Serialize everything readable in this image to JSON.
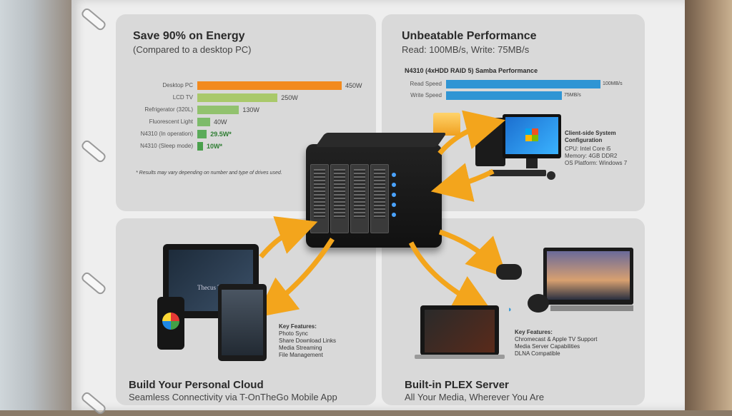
{
  "energy": {
    "title": "Save 90% on Energy",
    "subtitle": "(Compared to a desktop PC)",
    "note": "* Results may vary depending on number and type of drives used.",
    "bars": [
      {
        "label": "Desktop PC",
        "value": "450W",
        "watts": 450,
        "color": "#f28a1e"
      },
      {
        "label": "LCD TV",
        "value": "250W",
        "watts": 250,
        "color": "#a9c96a"
      },
      {
        "label": "Refrigerator (320L)",
        "value": "130W",
        "watts": 130,
        "color": "#92c26e"
      },
      {
        "label": "Fluorescent Light",
        "value": "40W",
        "watts": 40,
        "color": "#7dbb6a"
      },
      {
        "label": "N4310 (In operation)",
        "value": "29.5W*",
        "watts": 29.5,
        "color": "#5bab5a"
      },
      {
        "label": "N4310 (Sleep mode)",
        "value": "10W*",
        "watts": 10,
        "color": "#4aa04c"
      }
    ]
  },
  "performance": {
    "title": "Unbeatable Performance",
    "subtitle": "Read: 100MB/s, Write: 75MB/s",
    "chart_title": "N4310 (4xHDD RAID 5) Samba Performance",
    "bars": [
      {
        "label": "Read Speed",
        "value": "100MB/s",
        "mbps": 100
      },
      {
        "label": "Write Speed",
        "value": "75MB/s",
        "mbps": 75
      }
    ],
    "config_title": "Client-side System Configuration",
    "config_lines": [
      "CPU: Intel Core i5",
      "Memory: 4GB DDR2",
      "OS Platform: Windows 7"
    ]
  },
  "cloud": {
    "title": "Build Your Personal Cloud",
    "subtitle": "Seamless Connectivity via T-OnTheGo Mobile App",
    "features_title": "Key Features:",
    "features": [
      "Photo Sync",
      "Share Download Links",
      "Media Streaming",
      "File Management"
    ],
    "tablet_text": "Thecus TV"
  },
  "plex": {
    "title": "Built-in PLEX Server",
    "subtitle": "All Your Media, Wherever You Are",
    "features_title": "Key Features:",
    "features": [
      "Chromecast & Apple TV Support",
      "Media Server Capabilities",
      "DLNA Compatible"
    ]
  },
  "colors": {
    "perf_bar": "#2f95d4",
    "arrow": "#f3a51c"
  }
}
